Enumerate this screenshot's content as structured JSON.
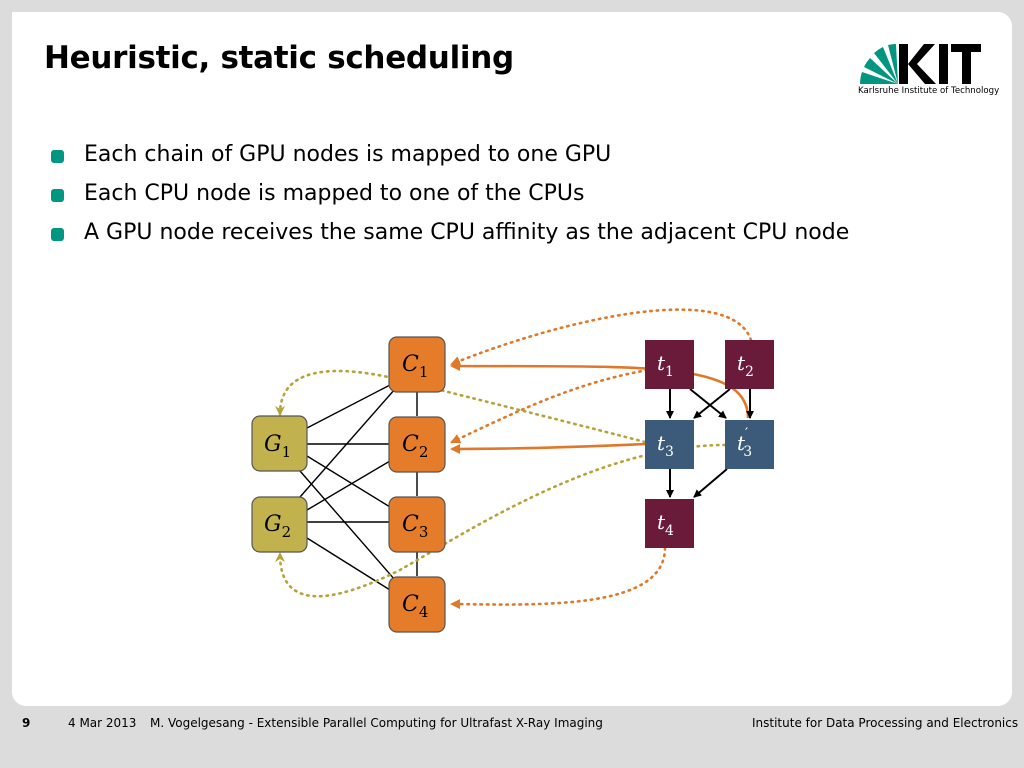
{
  "slide": {
    "title": "Heuristic, static scheduling",
    "bullets": [
      "Each chain of GPU nodes is mapped to one GPU",
      "Each CPU node is mapped to one of the CPUs",
      "A GPU node receives the same CPU affinity as the adjacent CPU node"
    ]
  },
  "logo": {
    "text": "KIT",
    "subtitle": "Karlsruhe Institute of Technology"
  },
  "diagram": {
    "gpus": [
      {
        "label": "G",
        "sub": "1"
      },
      {
        "label": "G",
        "sub": "2"
      }
    ],
    "cpus": [
      {
        "label": "C",
        "sub": "1"
      },
      {
        "label": "C",
        "sub": "2"
      },
      {
        "label": "C",
        "sub": "3"
      },
      {
        "label": "C",
        "sub": "4"
      }
    ],
    "tasks": [
      {
        "label": "t",
        "sub": "1",
        "prime": ""
      },
      {
        "label": "t",
        "sub": "2",
        "prime": ""
      },
      {
        "label": "t",
        "sub": "3",
        "prime": ""
      },
      {
        "label": "t",
        "sub": "3",
        "prime": "′"
      },
      {
        "label": "t",
        "sub": "4",
        "prime": ""
      }
    ]
  },
  "colors": {
    "accent": "#009682",
    "cpu": "#e57c2a",
    "gpu": "#c1b24d",
    "task_cpu": "#6b1b3a",
    "task_gpu": "#3c5a79",
    "mapping": "#e0782a",
    "gpu_mapping": "#b5a33a"
  },
  "footer": {
    "page": "9",
    "date": "4 Mar 2013",
    "author": "M. Vogelgesang - Extensible Parallel Computing for Ultrafast X-Ray Imaging",
    "institute": "Institute for Data Processing and Electronics"
  }
}
